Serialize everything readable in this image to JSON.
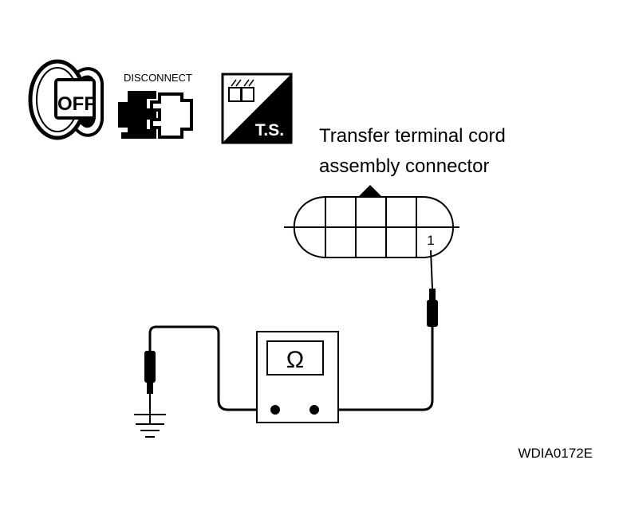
{
  "icons": {
    "ignition": {
      "label": "OFF"
    },
    "disconnect": {
      "label": "DISCONNECT"
    },
    "tester": {
      "label": "T.S."
    }
  },
  "connector": {
    "title_line1": "Transfer terminal cord",
    "title_line2": "assembly connector",
    "terminal": "1"
  },
  "meter": {
    "symbol": "Ω"
  },
  "figure_id": "WDIA0172E"
}
